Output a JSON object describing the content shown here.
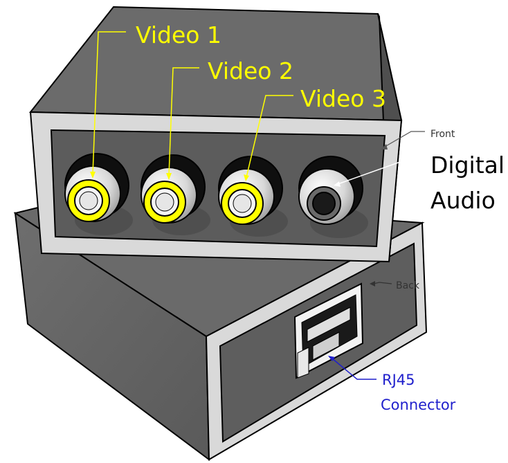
{
  "labels": {
    "video1": "Video 1",
    "video2": "Video 2",
    "video3": "Video 3",
    "front": "Front",
    "digital_line1": "Digital",
    "digital_line2": "Audio",
    "back": "Back",
    "rj45_line1": "RJ45",
    "rj45_line2": "Connector"
  },
  "colors": {
    "video_label": "#ffff00",
    "rj45_label": "#1f1fcc",
    "small_label": "#333333",
    "digital_label": "#000000"
  }
}
